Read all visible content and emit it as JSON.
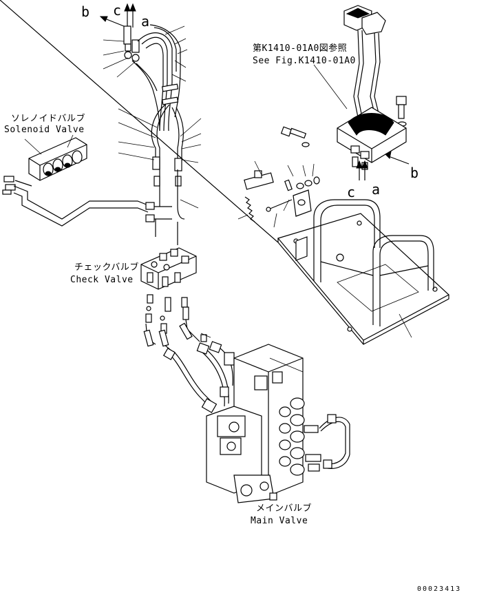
{
  "labels": {
    "solenoid_jp": "ソレノイドバルブ",
    "solenoid_en": "Solenoid Valve",
    "check_jp": "チェックバルブ",
    "check_en": "Check Valve",
    "main_jp": "メインバルブ",
    "main_en": "Main Valve",
    "ref_jp": "第K1410-01A0図参照",
    "ref_en": "See Fig.K1410-01A0",
    "arrow_b": "b",
    "arrow_c": "c",
    "arrow_a": "a",
    "arrow_b2": "b",
    "arrow_c2": "c",
    "arrow_a2": "a",
    "figure_number": "00023413"
  }
}
